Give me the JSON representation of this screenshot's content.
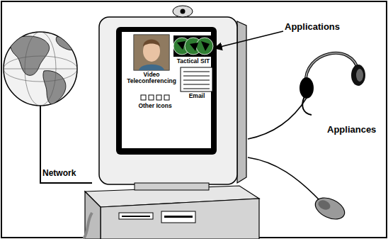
{
  "diagram": {
    "labels": [
      "Applications",
      "Video Teleconferencing",
      "Tactical SIT",
      "Other Icons",
      "Email",
      "Appliances",
      "Network"
    ]
  }
}
